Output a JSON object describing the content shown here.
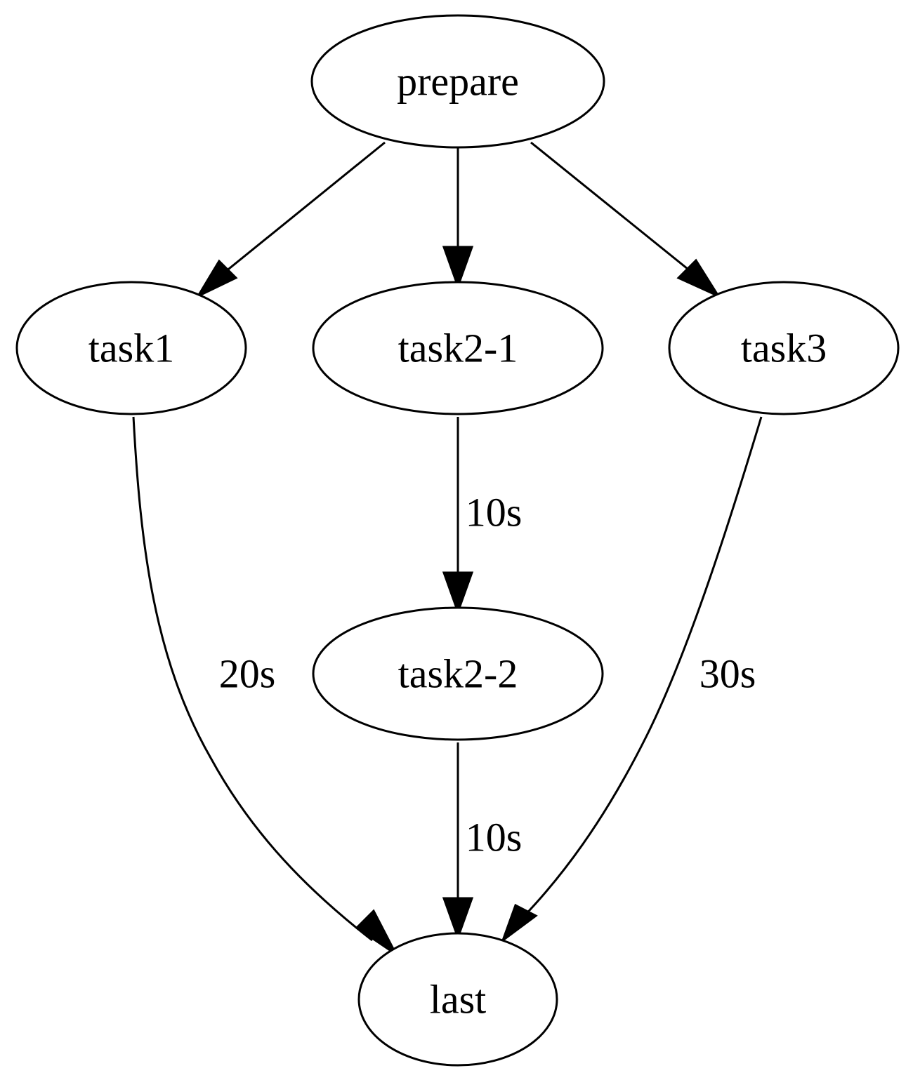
{
  "graph": {
    "nodes": [
      {
        "id": "prepare",
        "label": "prepare"
      },
      {
        "id": "task1",
        "label": "task1"
      },
      {
        "id": "task2-1",
        "label": "task2-1"
      },
      {
        "id": "task3",
        "label": "task3"
      },
      {
        "id": "task2-2",
        "label": "task2-2"
      },
      {
        "id": "last",
        "label": "last"
      }
    ],
    "edges": [
      {
        "from": "prepare",
        "to": "task1",
        "label": ""
      },
      {
        "from": "prepare",
        "to": "task2-1",
        "label": ""
      },
      {
        "from": "prepare",
        "to": "task3",
        "label": ""
      },
      {
        "from": "task2-1",
        "to": "task2-2",
        "label": "10s"
      },
      {
        "from": "task1",
        "to": "last",
        "label": "20s"
      },
      {
        "from": "task2-2",
        "to": "last",
        "label": "10s"
      },
      {
        "from": "task3",
        "to": "last",
        "label": "30s"
      }
    ]
  }
}
